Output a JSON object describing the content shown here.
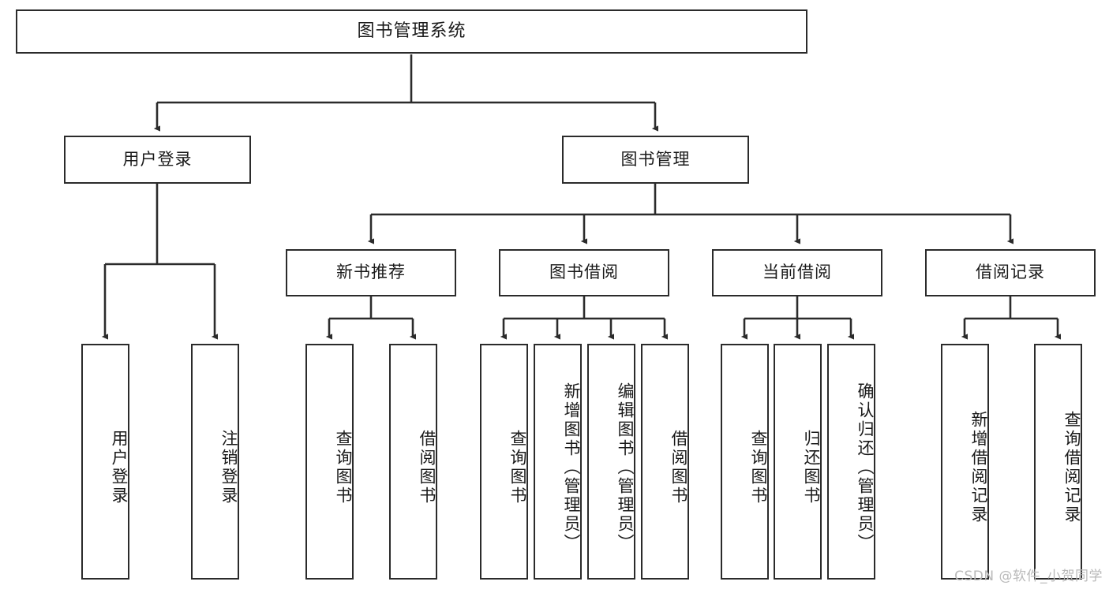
{
  "diagram": {
    "title": "图书管理系统",
    "type": "tree",
    "stroke_color": "#2b2b2b",
    "fill_color": "#ffffff",
    "text_color": "#1a1a1a"
  },
  "nodes": {
    "root": {
      "label": "图书管理系统"
    },
    "level1": [
      {
        "label": "用户登录"
      },
      {
        "label": "图书管理"
      }
    ],
    "level2": [
      {
        "label": "新书推荐"
      },
      {
        "label": "图书借阅"
      },
      {
        "label": "当前借阅"
      },
      {
        "label": "借阅记录"
      }
    ],
    "login_children": [
      {
        "label": "用户登录"
      },
      {
        "label": "注销登录"
      }
    ],
    "recommend_children": [
      {
        "label": "查询图书"
      },
      {
        "label": "借阅图书"
      }
    ],
    "borrow_children": [
      {
        "label": "查询图书"
      },
      {
        "label": "新增图书（管理员）"
      },
      {
        "label": "编辑图书（管理员）"
      },
      {
        "label": "借阅图书"
      }
    ],
    "current_children": [
      {
        "label": "查询图书"
      },
      {
        "label": "归还图书"
      },
      {
        "label": "确认归还（管理员）"
      }
    ],
    "record_children": [
      {
        "label": "新增借阅记录"
      },
      {
        "label": "查询借阅记录"
      }
    ]
  },
  "watermark": {
    "text": "CSDN @软件_小贺同学"
  }
}
